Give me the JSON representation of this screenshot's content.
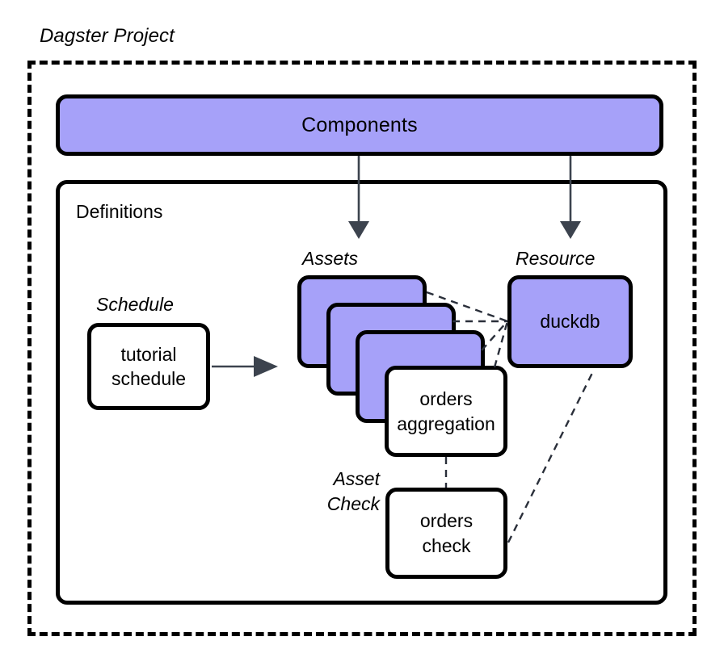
{
  "project": {
    "title": "Dagster Project"
  },
  "components": {
    "label": "Components"
  },
  "definitions": {
    "label": "Definitions"
  },
  "groups": {
    "assets_label": "Assets",
    "resource_label": "Resource",
    "schedule_label": "Schedule",
    "asset_check_label_line1": "Asset",
    "asset_check_label_line2": "Check"
  },
  "nodes": {
    "schedule": {
      "line1": "tutorial",
      "line2": "schedule"
    },
    "assets": [
      {
        "label": ""
      },
      {
        "label": ""
      },
      {
        "label": ""
      },
      {
        "line1": "orders",
        "line2": "aggregation"
      }
    ],
    "resource": {
      "label": "duckdb"
    },
    "asset_check": {
      "line1": "orders",
      "line2": "check"
    }
  },
  "colors": {
    "accent_purple": "#a6a1f9",
    "stroke_black": "#000000",
    "arrow_slate": "#3c434e",
    "background": "#ffffff"
  }
}
